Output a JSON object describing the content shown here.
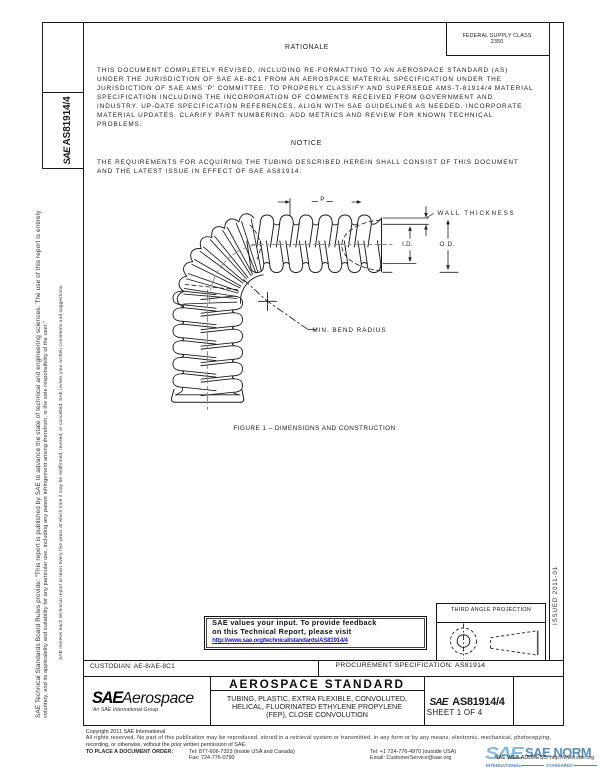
{
  "margin": {
    "disclaimer_line1": "SAE Technical Standards Board Rules provide: “This report is published by SAE to advance the state of technical and engineering sciences. The use of this report is entirely",
    "disclaimer_line2": "voluntary, and its applicability and suitability for any particular use, including any patent infringement arising therefrom, is the sole responsibility of the user.”",
    "review_note": "SAE reviews each technical report at least every five years at which time it may be reaffirmed, revised, or cancelled. SAE invites your written comments and suggestions."
  },
  "tab": {
    "sae": "SAE",
    "number": "AS81914/4"
  },
  "header": {
    "fsc_label": "FEDERAL SUPPLY CLASS",
    "fsc_value": "2350"
  },
  "rationale": {
    "heading": "RATIONALE",
    "lines": [
      "THIS DOCUMENT COMPLETELY REVISED, INCLUDING RE-FORMATTING TO AN AEROSPACE STANDARD (AS)",
      "UNDER THE JURISDICTION OF SAE AE-8C1 FROM AN AEROSPACE MATERIAL SPECIFICATION UNDER THE",
      "JURISDICTION OF SAE AMS 'P' COMMITTEE. TO PROPERLY CLASSIFY AND SUPERSEDE AMS-T-81914/4 MATERIAL",
      "SPECIFICATION INCLUDING THE INCORPORATION OF COMMENTS RECEIVED FROM GOVERNMENT AND",
      "INDUSTRY. UP-DATE SPECIFICATION REFERENCES, ALIGN WITH SAE GUIDELINES AS NEEDED. INCORPORATE",
      "MATERIAL UPDATES. CLARIFY PART NUMBERING. ADD METRICS AND REVIEW FOR KNOWN TECHNICAL",
      "PROBLEMS."
    ]
  },
  "notice": {
    "heading": "NOTICE",
    "lines": [
      "THE REQUIREMENTS FOR ACQUIRING THE TUBING DESCRIBED HEREIN SHALL CONSIST OF THIS DOCUMENT",
      "AND THE LATEST ISSUE IN EFFECT OF SAE AS81914."
    ]
  },
  "figure": {
    "caption": "FIGURE 1 – DIMENSIONS AND CONSTRUCTION",
    "labels": {
      "pitch": "P",
      "wall_thickness": "WALL THICKNESS",
      "inner_diameter": "I.D.",
      "outer_diameter": "O.D.",
      "min_bend_radius": "MIN. BEND RADIUS"
    }
  },
  "feedback": {
    "line1": "SAE values your input. To provide feedback",
    "line2": "on this Technical Report, please visit",
    "url": "http://www.sae.org/technical/standards/AS81914/4"
  },
  "projection": {
    "label": "THIRD ANGLE PROJECTION"
  },
  "issued": {
    "label": "ISSUED 2011-01"
  },
  "title_block": {
    "custodian": "CUSTODIAN: AE-8/AE-8C1",
    "procurement": "PROCUREMENT SPECIFICATION: AS81914",
    "org_sae": "SAE",
    "org_name": "Aerospace",
    "org_tagline": "An SAE International Group",
    "kind": "AEROSPACE STANDARD",
    "title_line1": "TUBING, PLASTIC, EXTRA FLEXIBLE, CONVOLUTED,",
    "title_line2": "HELICAL, FLUORINATED ETHYLENE PROPYLENE",
    "title_line3": "(FEP), CLOSE CONVOLUTION",
    "doc_sae": "SAE",
    "doc_number": "AS81914/4",
    "sheet": "SHEET 1 OF 4"
  },
  "footer": {
    "copyright": "Copyright 2011 SAE International",
    "rights_line1": "All rights reserved. No part of this publication may be reproduced, stored in a retrieval system or transmitted, in any form or by any means, electronic, mechanical, photocopying,",
    "rights_line2": "recording, or otherwise, without the prior written permission of SAE.",
    "order_label": "TO PLACE A DOCUMENT ORDER:",
    "tel_inside": "Tel: 877-606-7323 (inside USA and Canada)",
    "tel_outside": "Tel: +1 724-776-4970 (outside USA)",
    "fax": "Fax: 724-776-0790",
    "email": "Email: CustomerService@sae.org",
    "web": "SAE WEB ADDRESS: http://www.sae.org"
  },
  "watermark": {
    "glyph": "SAE",
    "name": "SAE NORM",
    "sub_left": "INTERNATIONAL",
    "sub_right": "STANDARDS",
    "colors": {
      "glyph": "#7fb3da",
      "name": "#4d82b8",
      "sub": "#3f74b5"
    }
  }
}
